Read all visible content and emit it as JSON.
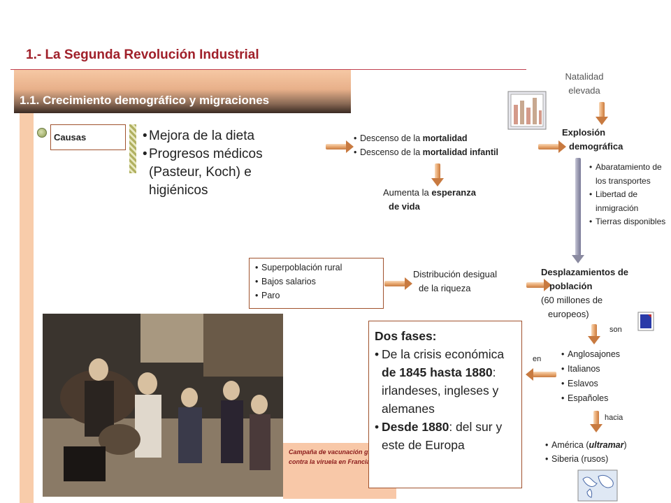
{
  "header": {
    "title": "1.- La Segunda Revolución Industrial",
    "subtitle": "1.1. Crecimiento demográfico y migraciones"
  },
  "causas": {
    "label": "Causas",
    "items": [
      "Mejora de la dieta",
      "Progresos médicos (Pasteur, Koch) e higiénicos"
    ]
  },
  "mortalidad": {
    "item1_prefix": "Descenso de la ",
    "item1_bold": "mortalidad",
    "item2_prefix": "Descenso de la ",
    "item2_bold": "mortalidad infantil"
  },
  "esperanza": {
    "prefix": "Aumenta la ",
    "bold1": "esperanza",
    "bold2": "de vida"
  },
  "natalidad": {
    "line1": "Natalidad",
    "line2": "elevada"
  },
  "explosion": {
    "line1": "Explosión",
    "line2": "demográfica"
  },
  "factores": {
    "items": [
      "Abaratamiento de los transportes",
      "Libertad de inmigración",
      "Tierras disponibles"
    ]
  },
  "rural": {
    "items": [
      "Superpoblación rural",
      "Bajos salarios",
      "Paro"
    ]
  },
  "distribucion": {
    "line1": "Distribución desigual",
    "line2": "de la riqueza"
  },
  "desplazamientos": {
    "line1": "Desplazamientos de",
    "line2": "población",
    "line3": "(60 millones de",
    "line4": "europeos)"
  },
  "labels": {
    "son": "son",
    "en": "en",
    "hacia": "hacia"
  },
  "origenes": {
    "items": [
      "Anglosajones",
      "Italianos",
      "Eslavos",
      "Españoles"
    ]
  },
  "destinos": {
    "item1_prefix": "América (",
    "item1_italic": "ultramar",
    "item1_suffix": ")",
    "item2": "Siberia (rusos)"
  },
  "fases": {
    "heading": "Dos fases:",
    "f1_a": "De la crisis económica ",
    "f1_b": "de 1845 hasta 1880",
    "f1_c": ": irlandeses, ingleses y alemanes",
    "f2_a": "Desde 1880",
    "f2_b": ": del sur y este de Europa"
  },
  "caption": "Campaña de vacunación gratuita contra la viruela en Francia",
  "icons": [
    "bar-chart-icon",
    "document-icon",
    "world-map-icon"
  ]
}
